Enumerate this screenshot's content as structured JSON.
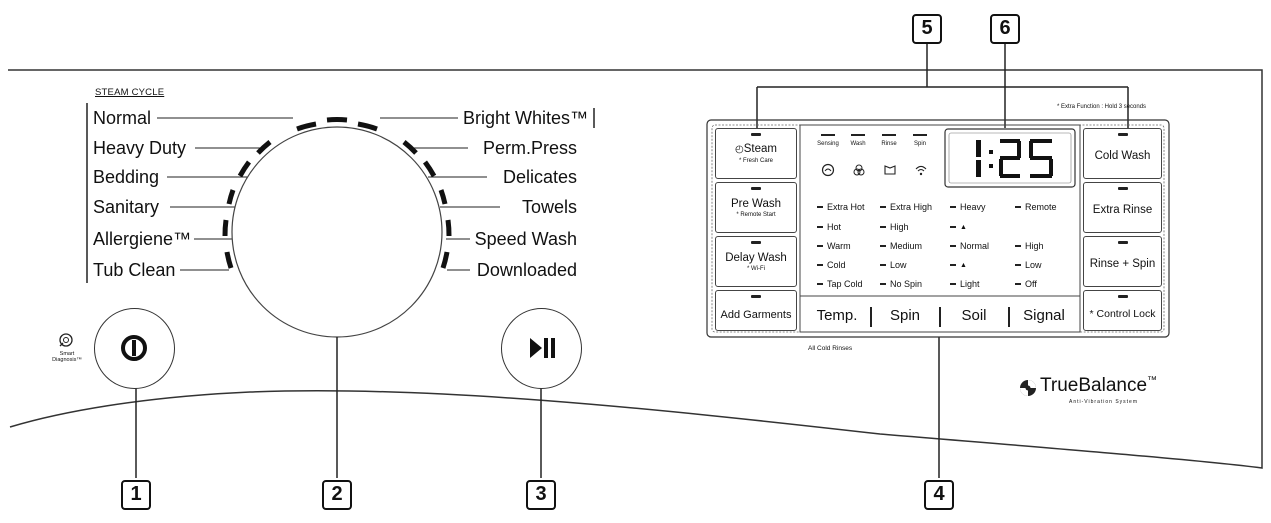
{
  "steam_cycle_title": "STEAM CYCLE",
  "left_cycles": [
    "Normal",
    "Heavy Duty",
    "Bedding",
    "Sanitary",
    "Allergiene™",
    "Tub Clean"
  ],
  "right_cycles": [
    "Bright Whites™",
    "Perm.Press",
    "Delicates",
    "Towels",
    "Speed Wash",
    "Downloaded"
  ],
  "smart_diagnosis": "Smart Diagnosis™",
  "callouts": [
    "1",
    "2",
    "3",
    "4",
    "5",
    "6"
  ],
  "extra_function_note": "* Extra Function : Hold 3 seconds",
  "left_buttons": [
    {
      "label": "Steam",
      "sub": "* Fresh Care"
    },
    {
      "label": "Pre Wash",
      "sub": "* Remote Start"
    },
    {
      "label": "Delay Wash",
      "sub": "* Wi-Fi"
    },
    {
      "label": "Add Garments",
      "sub": ""
    }
  ],
  "right_buttons": [
    {
      "label": "Cold Wash"
    },
    {
      "label": "Extra Rinse"
    },
    {
      "label": "Rinse + Spin"
    },
    {
      "label": "* Control Lock"
    }
  ],
  "status_headers": [
    "Sensing",
    "Wash",
    "Rinse",
    "Spin"
  ],
  "status_icons": [
    "steam-status-icon",
    "tub-clean-icon",
    "door-lock-icon",
    "wifi-icon"
  ],
  "display_time": "1:25",
  "option_columns": {
    "temp": [
      "Extra Hot",
      "Hot",
      "Warm",
      "Cold",
      "Tap Cold"
    ],
    "spin": [
      "Extra High",
      "High",
      "Medium",
      "Low",
      "No Spin"
    ],
    "soil": [
      "Heavy",
      "▲",
      "Normal",
      "▲",
      "Light"
    ],
    "signal": [
      "Remote",
      "",
      "High",
      "Low",
      "Off"
    ]
  },
  "bottom_keys": [
    "Temp.",
    "Spin",
    "Soil",
    "Signal"
  ],
  "all_cold_rinses": "All Cold Rinses",
  "brand": {
    "name": "TrueBalance",
    "tm": "™",
    "sub": "Anti-Vibration System"
  }
}
